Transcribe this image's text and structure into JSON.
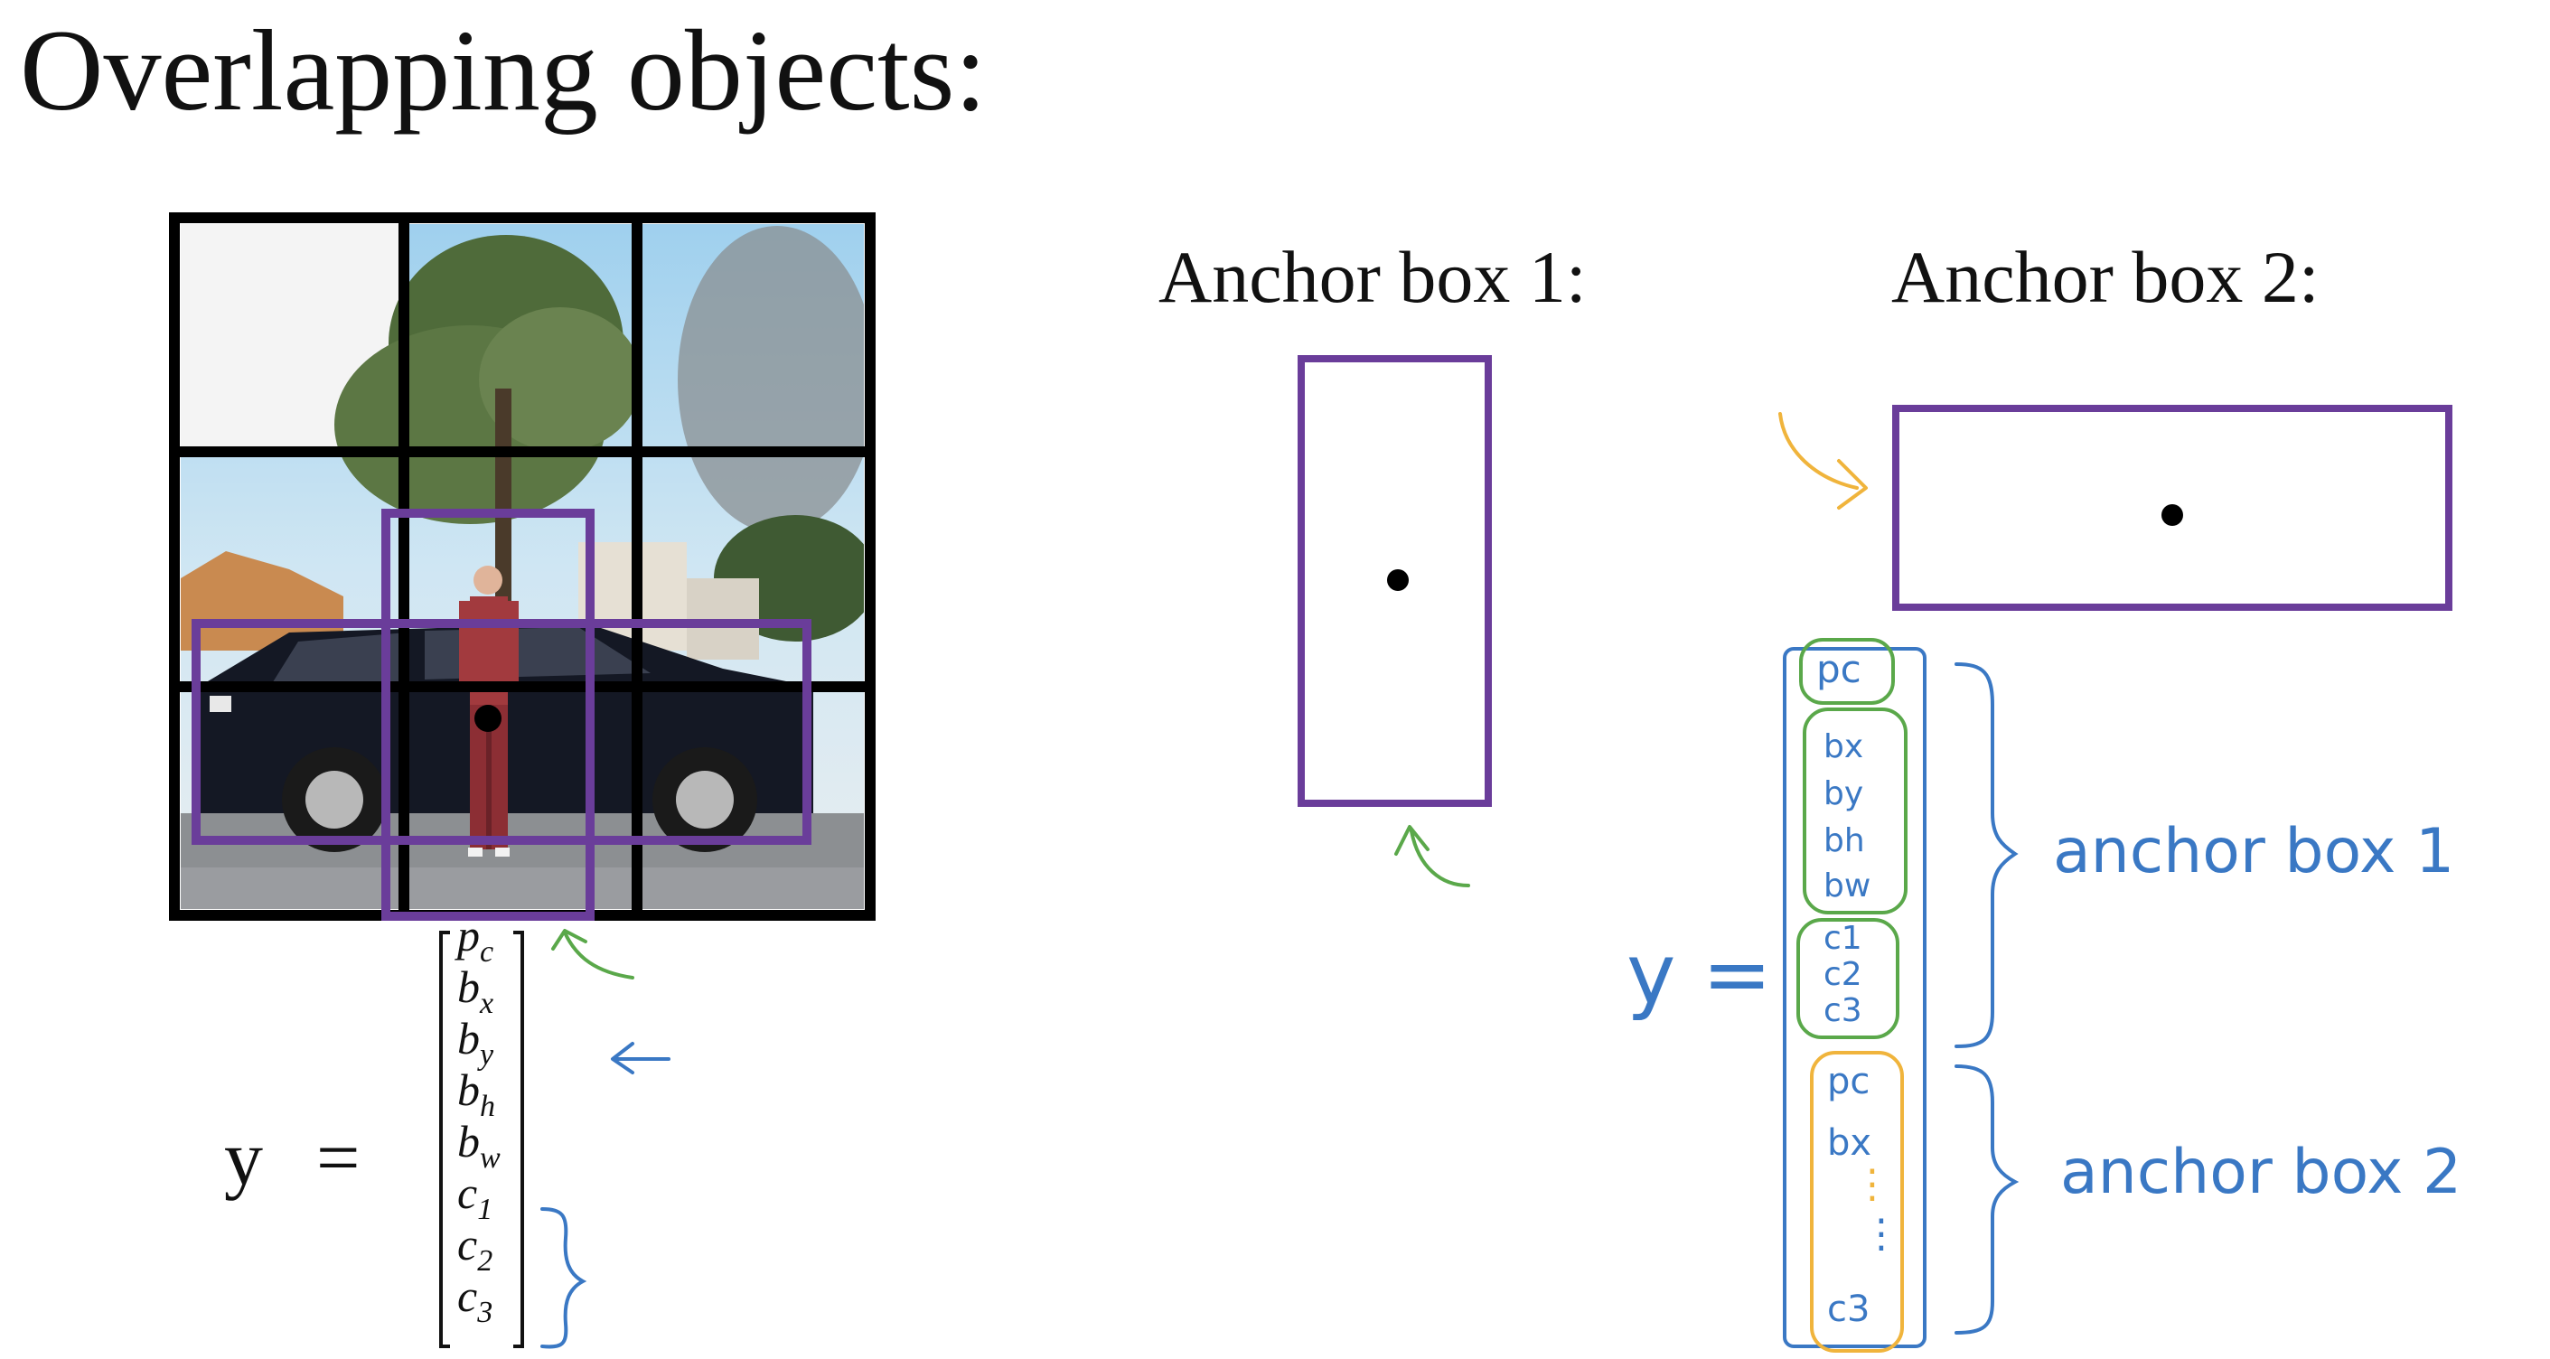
{
  "slide": {
    "title": "Overlapping objects:",
    "anchor_box_1_label": "Anchor box 1:",
    "anchor_box_2_label": "Anchor box 2:"
  },
  "left_vector": {
    "lhs": "y",
    "equals": "=",
    "elements": [
      {
        "base": "p",
        "sub": "c"
      },
      {
        "base": "b",
        "sub": "x"
      },
      {
        "base": "b",
        "sub": "y"
      },
      {
        "base": "b",
        "sub": "h"
      },
      {
        "base": "b",
        "sub": "w"
      },
      {
        "base": "c",
        "sub": "1"
      },
      {
        "base": "c",
        "sub": "2"
      },
      {
        "base": "c",
        "sub": "3"
      }
    ]
  },
  "handwritten": {
    "y_equals": "y =",
    "group1_elements": [
      "pc",
      "bx",
      "by",
      "bh",
      "bw",
      "c1",
      "c2",
      "c3"
    ],
    "group2_elements": [
      "pc",
      "bx",
      "c3"
    ],
    "group1_label": "anchor box 1",
    "group2_label": "anchor box 2"
  },
  "colors": {
    "anchor_box": "#6a3d9a",
    "green_ink": "#5aa84a",
    "blue_ink": "#3a78c4",
    "orange_ink": "#f0b43c"
  }
}
